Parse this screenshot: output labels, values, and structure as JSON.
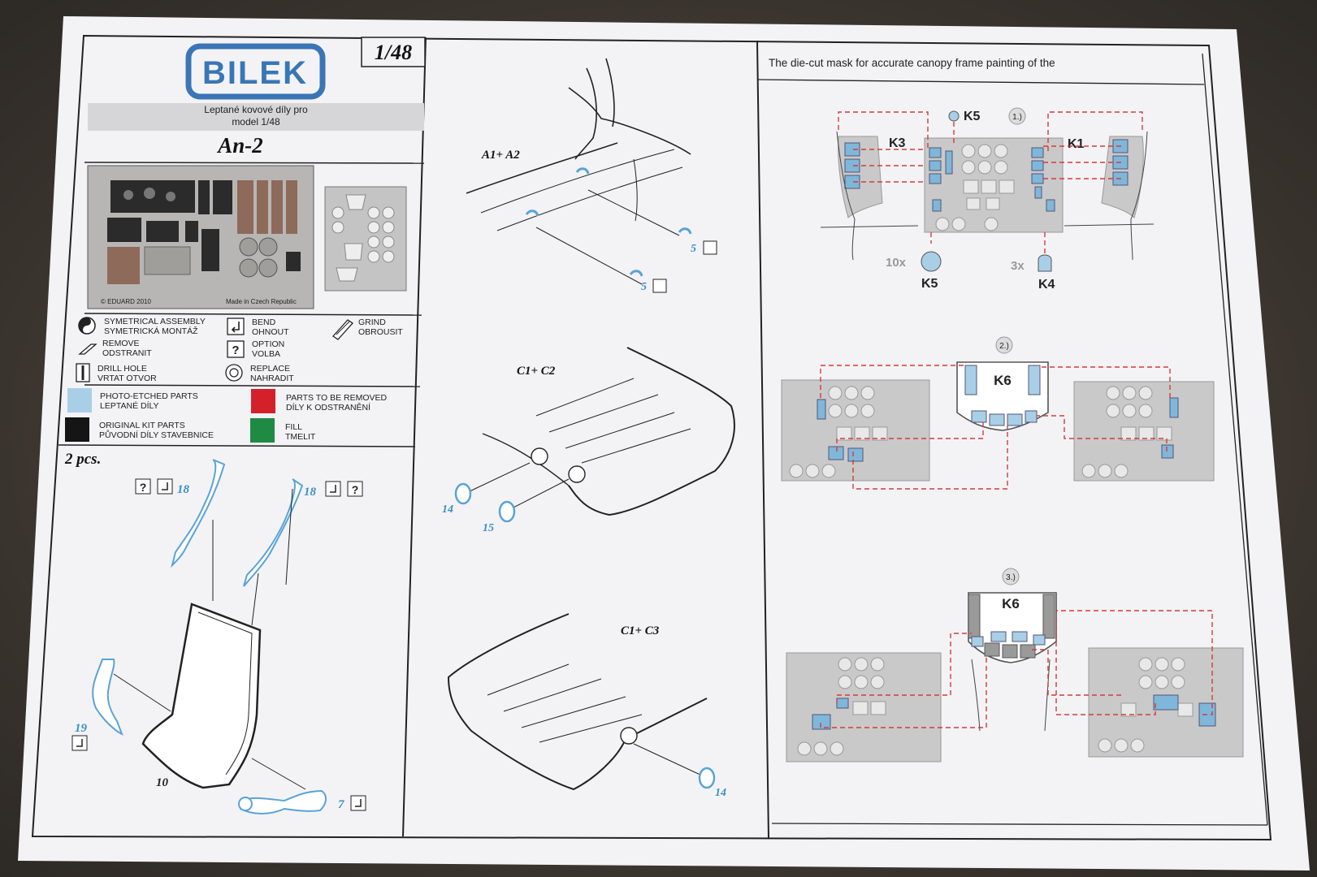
{
  "brand": {
    "logo_text": "BILEK",
    "scale": "1/48"
  },
  "header": {
    "subtitle_line1": "Leptané kovové díly pro",
    "subtitle_line2": "model 1/48",
    "model_name": "An-2"
  },
  "fret": {
    "copyright": "© EDUARD 2010",
    "made_in": "Made in Czech Republic"
  },
  "legend": {
    "symbols": [
      {
        "line1": "SYMETRICAL ASSEMBLY",
        "line2": "SYMETRICKÁ MONTÁŽ",
        "icon": "yin-yang-icon"
      },
      {
        "line1": "BEND",
        "line2": "OHNOUT",
        "icon": "bend-arrow-icon"
      },
      {
        "line1": "GRIND",
        "line2": "OBROUSIT",
        "icon": "file-icon"
      },
      {
        "line1": "REMOVE",
        "line2": "ODSTRANIT",
        "icon": "eraser-icon"
      },
      {
        "line1": "OPTION",
        "line2": "VOLBA",
        "icon": "question-icon"
      },
      {
        "line1": "DRILL HOLE",
        "line2": "VRTAT OTVOR",
        "icon": "drill-icon"
      },
      {
        "line1": "REPLACE",
        "line2": "NAHRADIT",
        "icon": "replace-icon"
      }
    ],
    "colors": [
      {
        "line1": "PHOTO-ETCHED PARTS",
        "line2": "LEPTANÉ DÍLY",
        "color": "#a9cfe6"
      },
      {
        "line1": "PARTS TO BE REMOVED",
        "line2": "DÍLY K ODSTRANĚNÍ",
        "color": "#d4202a"
      },
      {
        "line1": "ORIGINAL KIT PARTS",
        "line2": "PŮVODNÍ DÍLY STAVEBNICE",
        "color": "#151515"
      },
      {
        "line1": "FILL",
        "line2": "TMELIT",
        "color": "#1f8a43"
      }
    ]
  },
  "seat_section": {
    "quantity": "2 pcs.",
    "parts": {
      "p18a": "18",
      "p18b": "18",
      "p19": "19",
      "p10": "10",
      "p7": "7"
    },
    "question": "?"
  },
  "middle": {
    "step1_label": "A1+ A2",
    "step1_part_a": "5",
    "step1_part_b": "5",
    "step2_label": "C1+ C2",
    "step2_part_a": "14",
    "step2_part_b": "15",
    "step3_label": "C1+ C3",
    "step3_part": "14"
  },
  "masks": {
    "title": "The die-cut mask for accurate canopy frame painting of the",
    "step1": "1.)",
    "step2": "2.)",
    "step3": "3.)",
    "k1": "K1",
    "k3": "K3",
    "k4": "K4",
    "k5_top": "K5",
    "k5_bottom": "K5",
    "k6_a": "K6",
    "k6_b": "K6",
    "qty_k5": "10x",
    "qty_k4": "3x"
  },
  "colors": {
    "paper": "#f4f4f6",
    "pe_blue": "#7fb7da",
    "mask_grey": "#c9c9c9",
    "dash_red": "#d63a3a",
    "logo_blue": "#3a76b6"
  }
}
